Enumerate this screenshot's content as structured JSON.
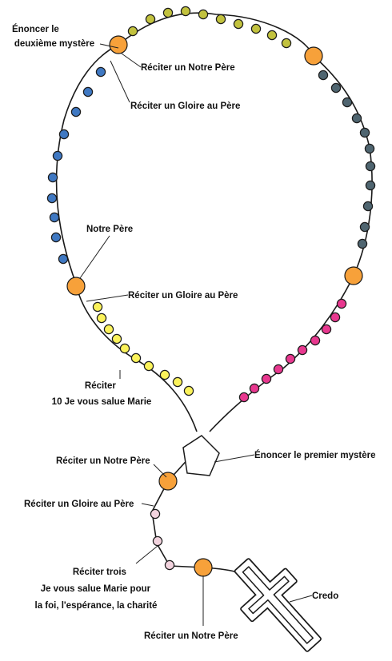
{
  "labels": {
    "announce_second_mystery": [
      "Énoncer le",
      "deuxième mystère"
    ],
    "our_father_top": "Réciter un Notre Père",
    "glory_be_top": "Réciter un Gloire au Père",
    "notre_pere": "Notre Père",
    "glory_be_mid": "Réciter un Gloire au Père",
    "ten_hail_marys": [
      "Réciter",
      "10 Je vous salue Marie"
    ],
    "announce_first_mystery": "Énoncer le premier mystère",
    "our_father_stem": "Réciter un Notre Père",
    "glory_be_stem": "Réciter un Gloire au Père",
    "three_hail_marys": [
      "Réciter trois",
      "Je vous salue Marie pour",
      "la foi, l'espérance, la charité"
    ],
    "credo": "Credo",
    "our_father_bottom": "Réciter un Notre Père"
  },
  "bead_colors": {
    "our_father": "#f7a13a",
    "decade_yellow": "#fbf25a",
    "decade_blue": "#3f78c2",
    "decade_olive": "#c2c23e",
    "decade_slate": "#4f6570",
    "decade_magenta": "#e8388f",
    "intro_pink": "#f2d3de",
    "centerpiece": "#ffffff",
    "cross": "#ffffff"
  }
}
